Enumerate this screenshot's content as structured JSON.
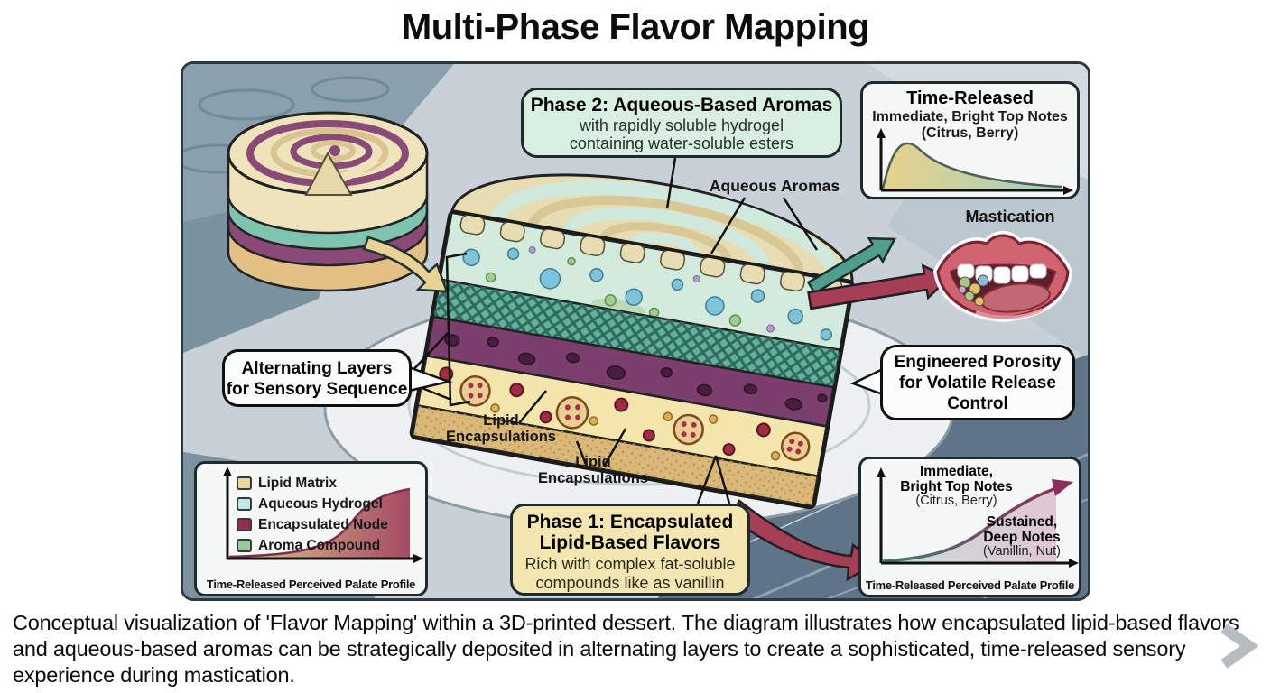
{
  "title": "Multi-Phase Flavor Mapping",
  "caption": "Conceptual visualization of 'Flavor Mapping' within a 3D-printed dessert. The diagram illustrates how encapsulated lipid-based flavors and aqueous-based aromas can be strategically deposited in alternating layers to create a sophisticated, time-released sensory experience during mastication.",
  "phase2": {
    "title": "Phase 2: Aqueous-Based Aromas",
    "line1": "with rapidly soluble hydrogel",
    "line2": "containing water-soluble esters"
  },
  "phase1": {
    "title1": "Phase 1: Encapsulated",
    "title2": "Lipid-Based Flavors",
    "line1": "Rich with complex fat-soluble",
    "line2": "compounds like as vanillin"
  },
  "bubbles": {
    "alternating1": "Alternating Layers",
    "alternating2": "for Sensory Sequence",
    "porosity1": "Engineered Porosity",
    "porosity2": "for Volatile Release",
    "porosity3": "Control"
  },
  "labels": {
    "aqueous_aromas": "Aqueous Aromas",
    "mastication": "Mastication",
    "lipid1": "Lipid",
    "lipid2": "Encapsulations"
  },
  "time_box": {
    "title": "Time-Released",
    "sub1": "Immediate, Bright Top Notes",
    "sub2": "(Citrus, Berry)"
  },
  "legend": {
    "items": [
      {
        "label": "Lipid Matrix",
        "color": "#e9d79c"
      },
      {
        "label": "Aqueous Hydrogel",
        "color": "#bfe7e3"
      },
      {
        "label": "Encapsulated Node",
        "color": "#8e3050"
      },
      {
        "label": "Aroma Compound",
        "color": "#9cc79a"
      }
    ],
    "caption": "Time-Released Perceived Palate Profile"
  },
  "palate_box": {
    "imm1": "Immediate,",
    "imm2": "Bright Top Notes",
    "imm3": "(Citrus, Berry)",
    "sus1": "Sustained,",
    "sus2": "Deep Notes",
    "sus3": "(Vanillin, Nut)",
    "caption": "Time-Released Perceived Palate Profile"
  },
  "chart_data": [
    {
      "type": "area",
      "title": "Time-Released",
      "annotation": "Immediate, Bright Top Notes (Citrus, Berry)",
      "x": [
        0,
        1,
        2,
        3,
        4,
        5,
        6,
        7,
        8,
        9,
        10
      ],
      "y": [
        0.02,
        0.6,
        0.97,
        1.0,
        0.78,
        0.52,
        0.36,
        0.26,
        0.19,
        0.14,
        0.1
      ],
      "xlabel": "time (unlabeled axis)",
      "ylabel": "intensity (unlabeled axis)",
      "fill": "gradient yellow #e8d28b to teal #9fd0c2",
      "grid": false
    },
    {
      "type": "area",
      "title": "Time-Released Perceived Palate Profile",
      "legend_entries": [
        "Lipid Matrix",
        "Aqueous Hydrogel",
        "Encapsulated Node",
        "Aroma Compound"
      ],
      "x": [
        0,
        1,
        2,
        3,
        4,
        5,
        6,
        7,
        8,
        9,
        10
      ],
      "y": [
        0.02,
        0.03,
        0.05,
        0.08,
        0.13,
        0.22,
        0.38,
        0.6,
        0.78,
        0.88,
        0.92
      ],
      "fill": "gradient yellow #dfca8e to maroon #a54a64",
      "grid": false
    },
    {
      "type": "line",
      "title": "Time-Released Perceived Palate Profile",
      "annotations": [
        "Immediate, Bright Top Notes (Citrus, Berry)",
        "Sustained, Deep Notes (Vanillin, Nut)"
      ],
      "x": [
        0,
        1,
        2,
        3,
        4,
        5,
        6,
        7,
        8,
        9,
        10
      ],
      "y": [
        0.03,
        0.05,
        0.09,
        0.15,
        0.26,
        0.42,
        0.6,
        0.74,
        0.84,
        0.9,
        0.94
      ],
      "line": "gradient teal #3f7d72 to maroon #8e2f5a, arrow at end",
      "grid": false
    }
  ],
  "colors": {
    "panel_bg": "#c7d1d7",
    "phase2_bg": "#d8efe2",
    "phase1_bg": "#f4e6b0",
    "teal_arrow": "#4f9e8e",
    "maroon_arrow": "#a63e55",
    "yellow_arrow": "#ead296",
    "lipid_matrix_layer": "#efe3bb",
    "aqueous_gel_layer": "#cfeadd",
    "crosshatch_layer": "#63b09e",
    "purple_layer": "#7c3e6c",
    "encapsulated_node": "#a12c44"
  }
}
